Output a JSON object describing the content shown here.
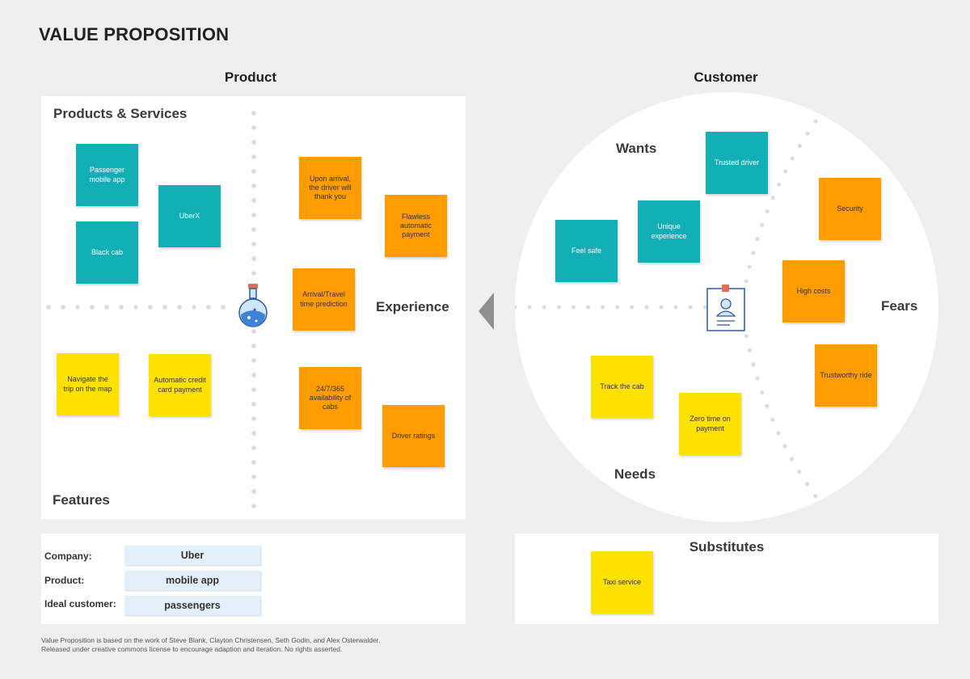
{
  "title": "VALUE PROPOSITION",
  "columns": {
    "product": "Product",
    "customer": "Customer"
  },
  "product_canvas": {
    "products_services_label": "Products & Services",
    "features_label": "Features",
    "experience_label": "Experience",
    "products_services": [
      "Passenger mobile app",
      "UberX",
      "Black cab"
    ],
    "experience": [
      "Upon arrival, the driver will thank you",
      "Flawless automatic payment",
      "Arrival/Travel time prediction",
      "24/7/365 availability of cabs",
      "Driver ratings"
    ],
    "features": [
      "Navigate the trip on the map",
      "Automatic credit card payment"
    ]
  },
  "customer_canvas": {
    "wants_label": "Wants",
    "fears_label": "Fears",
    "needs_label": "Needs",
    "wants": [
      "Trusted driver",
      "Unique experience",
      "Feel safe"
    ],
    "fears": [
      "Security",
      "High costs",
      "Trustworthy ride"
    ],
    "needs": [
      "Track the cab",
      "Zero time on payment"
    ]
  },
  "info": {
    "company_label": "Company:",
    "company_value": "Uber",
    "product_label": "Product:",
    "product_value": "mobile app",
    "customer_label": "Ideal customer:",
    "customer_value": "passengers"
  },
  "substitutes": {
    "label": "Substitutes",
    "items": [
      "Taxi service"
    ]
  },
  "footer": {
    "line1": "Value Proposition is based on the work of Steve Blank, Clayton Christensen, Seth Godin, and Alex Osterwalder.",
    "line2": "Released under creative commons license to encourage adaption and iteration. No rights asserted."
  },
  "colors": {
    "teal": "#12b0b6",
    "orange": "#ff9c00",
    "yellow": "#ffe100",
    "info_pill": "#e3f0fb"
  },
  "icons": {
    "product": "potion-flask-icon",
    "customer": "id-badge-icon",
    "arrow": "arrow-left-icon"
  }
}
